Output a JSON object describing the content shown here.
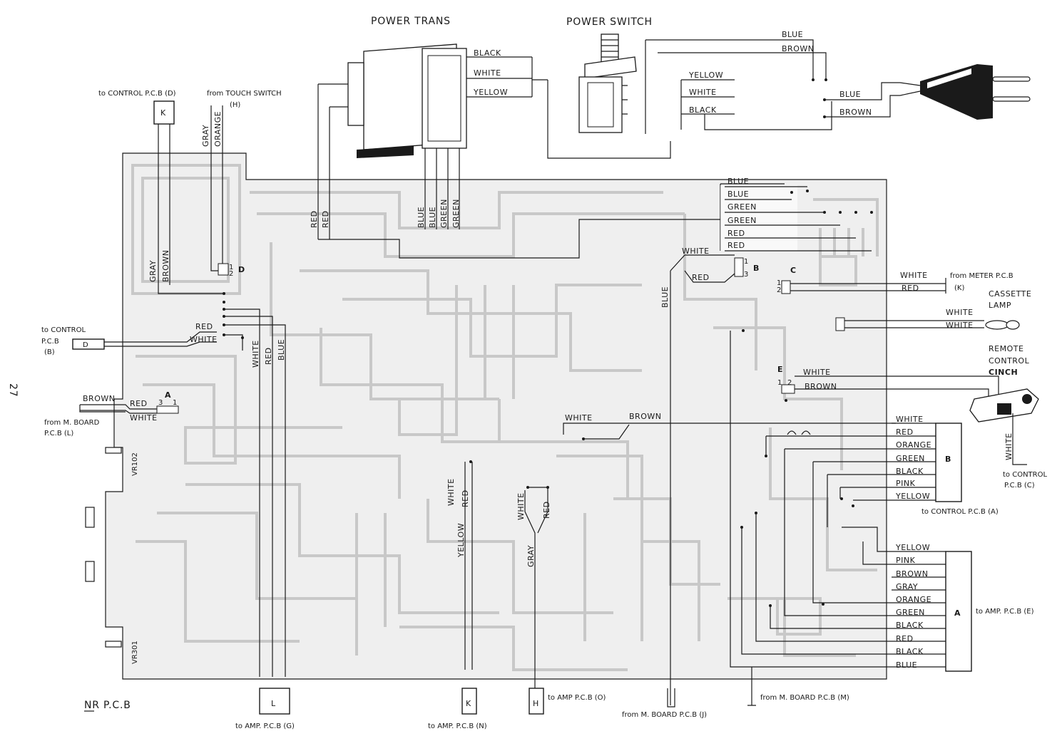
{
  "page_number": "27",
  "board": {
    "title": "NR P.C.B",
    "vr102": "VR102",
    "vr301": "VR301"
  },
  "power_trans": {
    "title": "POWER TRANS",
    "wires": [
      "BLACK",
      "WHITE",
      "YELLOW"
    ],
    "bottom_wires": [
      "BLUE",
      "BLUE",
      "GREEN",
      "GREEN"
    ]
  },
  "power_switch": {
    "title": "POWER SWITCH",
    "top_wires": [
      "BLUE",
      "BROWN"
    ],
    "switch_wires": [
      "YELLOW",
      "WHITE",
      "BLACK"
    ],
    "plug_wires": [
      "BLUE",
      "BROWN"
    ]
  },
  "transformer_red": [
    "RED",
    "RED"
  ],
  "top_left": {
    "to_control_d": "to CONTROL P.C.B (D)",
    "connector_k": "K",
    "from_touch": "from TOUCH SWITCH",
    "from_touch_h": "(H)",
    "gray": "GRAY",
    "orange": "ORANGE",
    "gray2": "GRAY",
    "brown": "BROWN",
    "d_label": "D",
    "pins_d": [
      "1",
      "2"
    ]
  },
  "left_side": {
    "to_control": "to CONTROL",
    "pcb": "P.C.B",
    "b_paren": "(B)",
    "connector_d": "D",
    "red": "RED",
    "white": "WHITE",
    "white_v": "WHITE",
    "red_v": "RED",
    "blue_v": "BLUE"
  },
  "connector_a_left": {
    "label": "A",
    "pins": [
      "3",
      "1"
    ],
    "brown": "BROWN",
    "red": "RED",
    "white": "WHITE",
    "from_m_board": "from M. BOARD",
    "pcb_l": "P.C.B (L)"
  },
  "b_connector": {
    "label": "B",
    "wires": [
      "BLUE",
      "BLUE",
      "GREEN",
      "GREEN",
      "RED",
      "RED"
    ],
    "white": "WHITE",
    "red": "RED",
    "pins": [
      "1",
      "3"
    ],
    "blue_v": "BLUE"
  },
  "c_connector": {
    "label": "C",
    "pins": [
      "1",
      "2"
    ],
    "white": "WHITE",
    "red": "RED",
    "from_meter": "from METER P.C.B",
    "from_meter_k": "(K)"
  },
  "cassette_lamp": {
    "title1": "CASSETTE",
    "title2": "LAMP",
    "wires": [
      "WHITE",
      "WHITE"
    ]
  },
  "remote": {
    "title1": "REMOTE",
    "title2": "CONTROL",
    "title3": "CINCH",
    "e_label": "E",
    "pins": [
      "1",
      "2"
    ],
    "white": "WHITE",
    "brown": "BROWN",
    "white_v": "WHITE",
    "to_control": "to CONTROL",
    "pcb_c": "P.C.B (C)"
  },
  "middle": {
    "white": "WHITE",
    "brown": "BROWN"
  },
  "b_right": {
    "label": "B",
    "wires": [
      "WHITE",
      "RED",
      "ORANGE",
      "GREEN",
      "BLACK",
      "PINK",
      "YELLOW"
    ],
    "to_control_a": "to CONTROL P.C.B (A)"
  },
  "a_right": {
    "label": "A",
    "wires": [
      "YELLOW",
      "PINK",
      "BROWN",
      "GRAY",
      "ORANGE",
      "GREEN",
      "BLACK",
      "RED",
      "BLACK",
      "BLUE"
    ],
    "to_amp_e": "to AMP. P.C.B (E)"
  },
  "bottom": {
    "l_label": "L",
    "to_amp_g": "to AMP. P.C.B (G)",
    "k_label": "K",
    "to_amp_n": "to AMP. P.C.B (N)",
    "h_label": "H",
    "to_amp_o": "to AMP P.C.B (O)",
    "from_m_j": "from M. BOARD P.C.B (J)",
    "from_m_m": "from M. BOARD P.C.B (M)",
    "white_k": "WHITE",
    "red_k": "RED",
    "yellow_k": "YELLOW",
    "white_h": "WHITE",
    "red_h": "RED",
    "gray_h": "GRAY"
  }
}
